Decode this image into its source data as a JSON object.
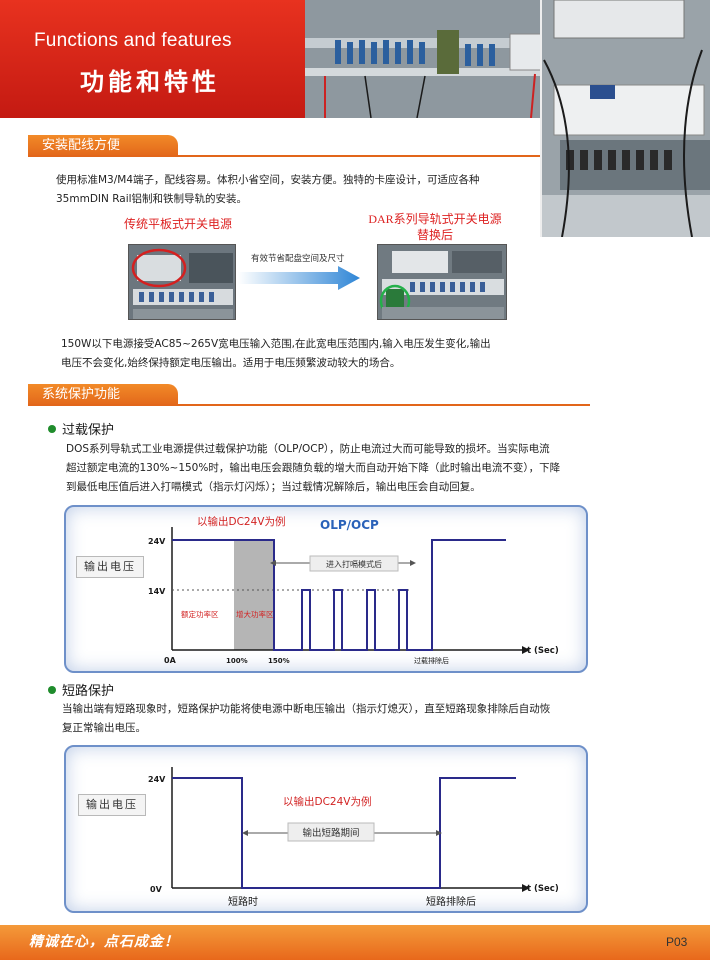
{
  "header": {
    "title_en": "Functions and features",
    "title_cn": "功能和特性"
  },
  "section_install": {
    "tab": "安装配线方便",
    "paragraph_line1": "使用标准M3/M4端子，配线容易。体积小省空间，安装方便。独特的卡座设计，可适应各种",
    "paragraph_line2": "35mmDIN Rail铝制和铁制导轨的安装。",
    "left_caption": "传统平板式开关电源",
    "right_caption_line1": "DAR系列导轨式开关电源",
    "right_caption_line2": "替换后",
    "arrow_label": "有效节省配盘空间及尺寸",
    "paragraph2_line1": "150W以下电源接受AC85~265V宽电压输入范围,在此宽电压范围内,输入电压发生变化,输出",
    "paragraph2_line2": "电压不会变化,始终保持额定电压输出。适用于电压频繁波动较大的场合。"
  },
  "section_protect": {
    "tab": "系统保护功能",
    "overload": {
      "heading": "过载保护",
      "line1": "DOS系列导轨式工业电源提供过载保护功能（OLP/OCP），防止电流过大而可能导致的损坏。当实际电流",
      "line2": "超过额定电流的130%~150%时，输出电压会跟随负载的增大而自动开始下降（此时输出电流不变），下降",
      "line3": "到最低电压值后进入打嗝模式（指示灯闪烁）；当过载情况解除后，输出电压会自动回复。"
    },
    "short": {
      "heading": "短路保护",
      "line1": "当输出端有短路现象时，短路保护功能将使电源中断电压输出（指示灯熄灭），直至短路现象排除后自动恢",
      "line2": "复正常输出电压。"
    }
  },
  "chart_data": [
    {
      "type": "line",
      "title": "OLP/OCP",
      "subtitle": "以输出DC24V为例",
      "ylabel": "输出电压",
      "xlabel": "t (Sec)",
      "y_ticks": [
        "24V",
        "14V"
      ],
      "x_ticks": [
        "0A",
        "100%",
        "150%"
      ],
      "region_labels": [
        "额定功率区",
        "增大功率区"
      ],
      "annotations": [
        "进入打嗝模式后",
        "过载排除后"
      ],
      "pulse_count": 4
    },
    {
      "type": "line",
      "subtitle": "以输出DC24V为例",
      "ylabel": "输出电压",
      "xlabel": "t (Sec)",
      "y_ticks": [
        "24V",
        "0V"
      ],
      "x_ticks": [
        "短路时",
        "短路排除后"
      ],
      "annotations": [
        "输出短路期间"
      ]
    }
  ],
  "footer": {
    "slogan": "精诚在心，点石成金！",
    "page": "P03"
  },
  "colors": {
    "header_red": "#d42417",
    "tab_orange": "#e9711f",
    "bullet_green": "#1f8c2c",
    "chart_line": "#2a2a8a",
    "chart_frame": "#6e90c9",
    "label_red": "#d22222"
  }
}
